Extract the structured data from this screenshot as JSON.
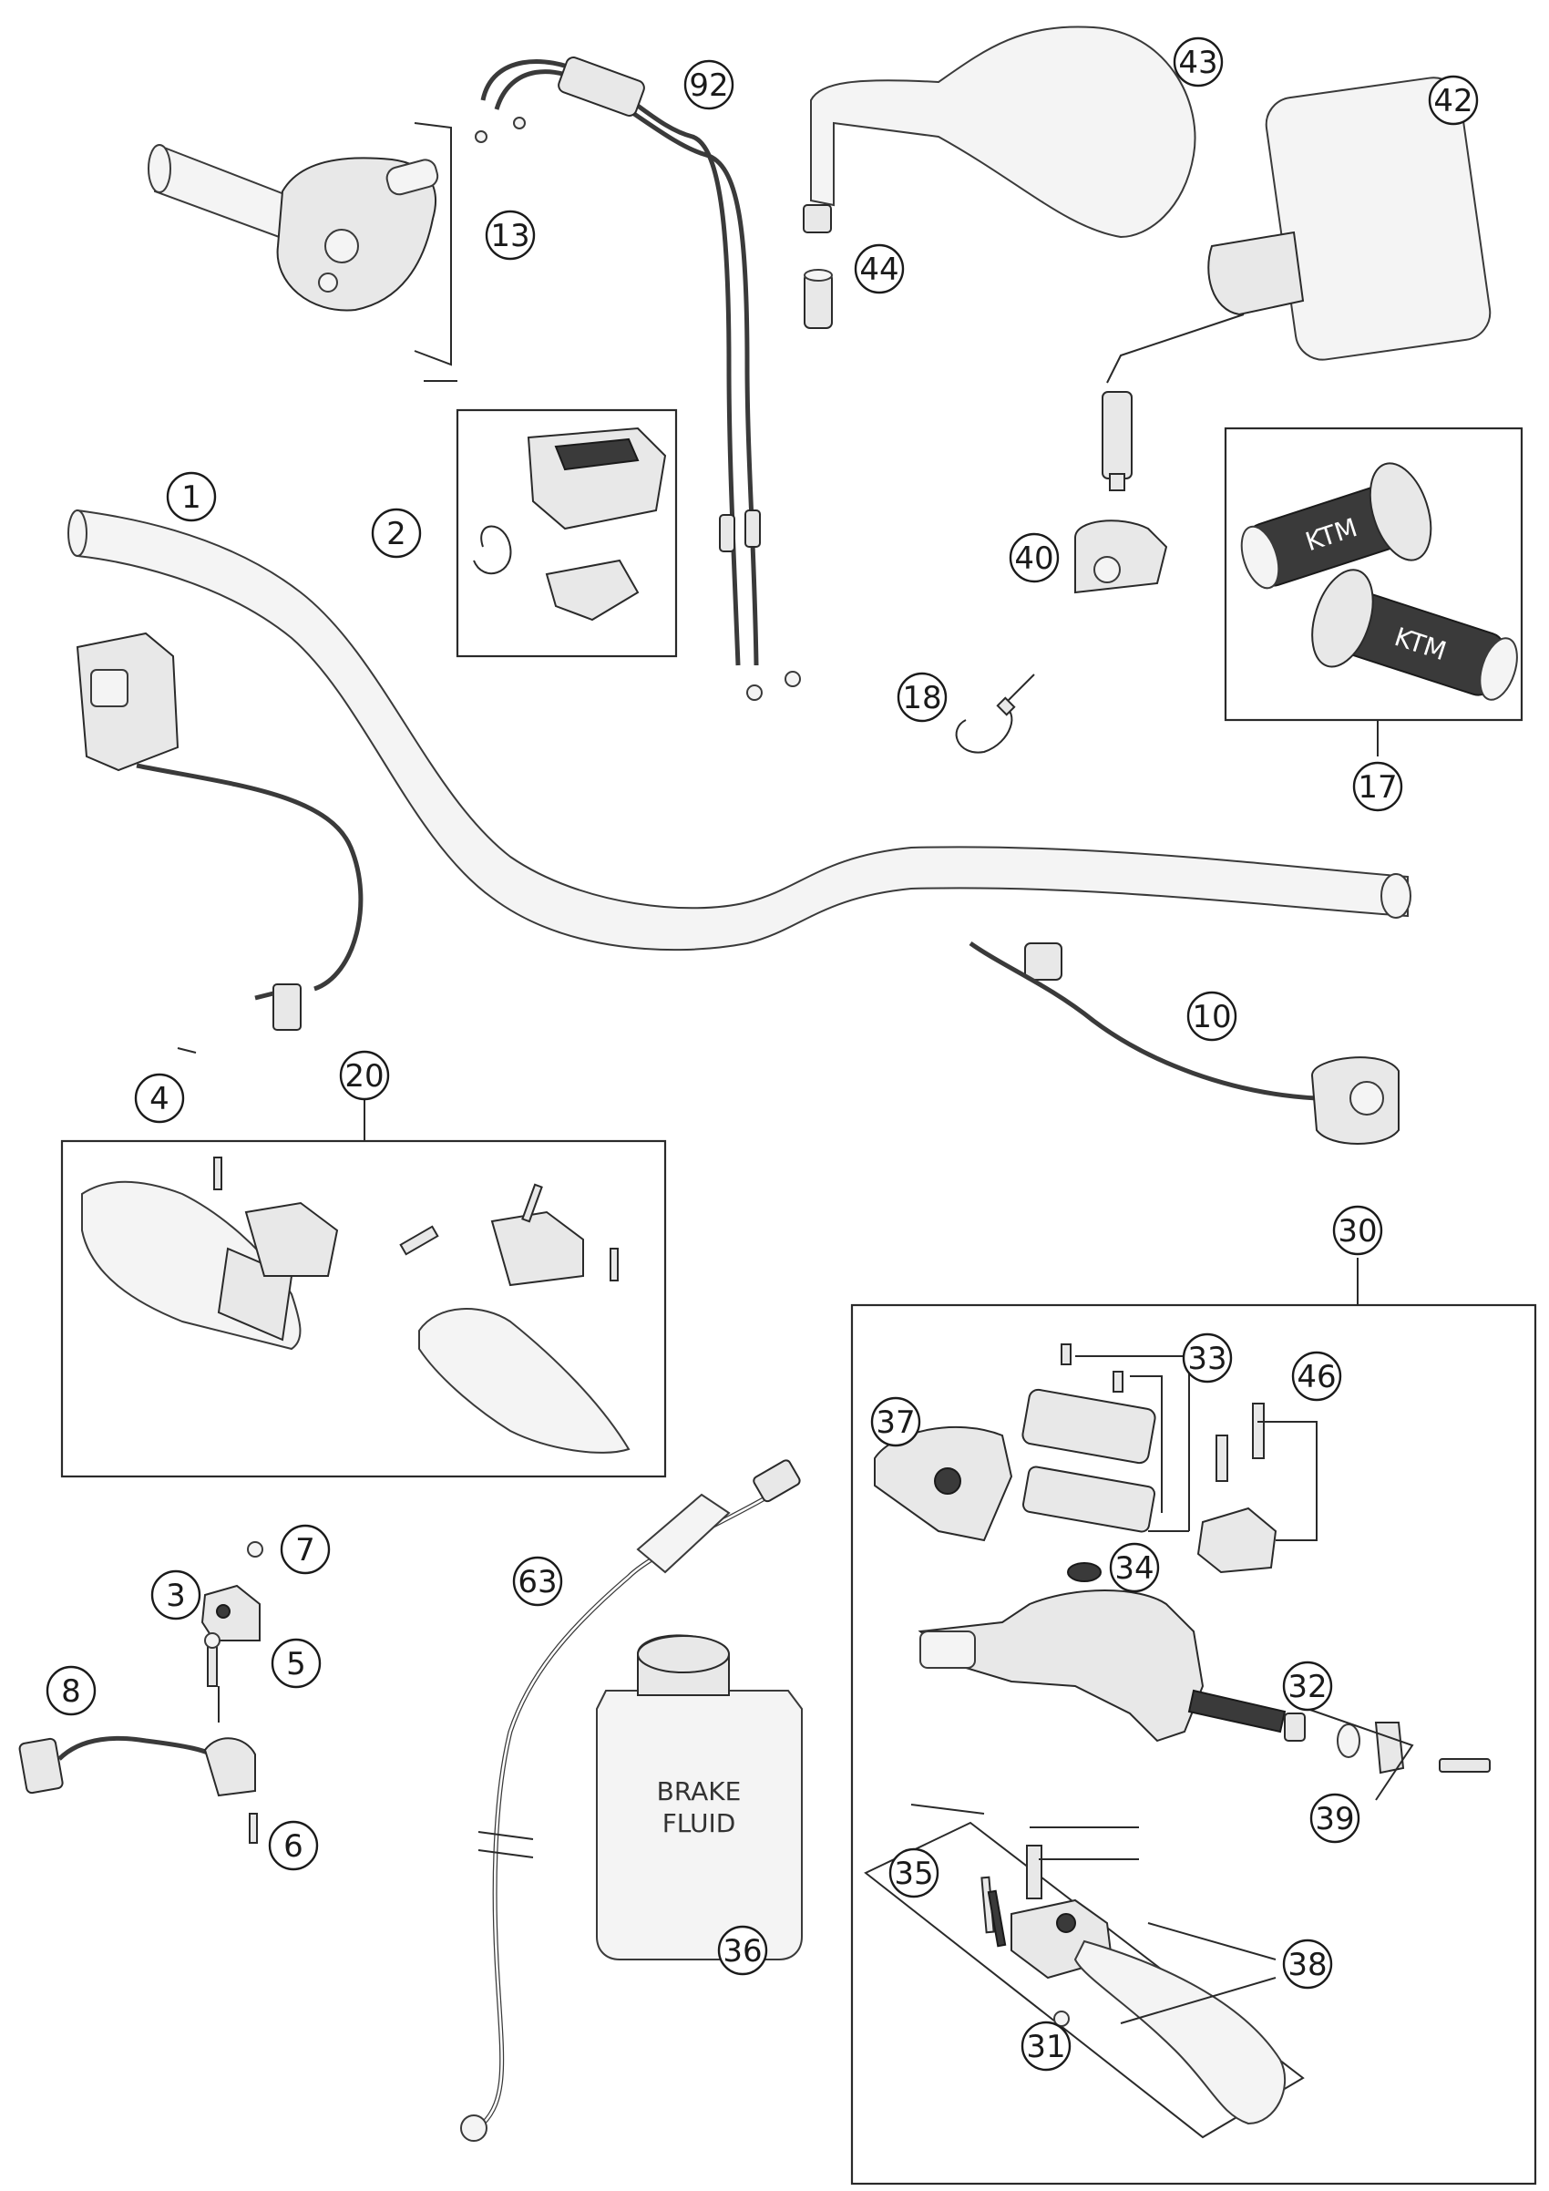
{
  "callouts": [
    {
      "id": "1",
      "label": "1"
    },
    {
      "id": "2",
      "label": "2"
    },
    {
      "id": "3",
      "label": "3"
    },
    {
      "id": "4",
      "label": "4"
    },
    {
      "id": "5",
      "label": "5"
    },
    {
      "id": "6",
      "label": "6"
    },
    {
      "id": "7",
      "label": "7"
    },
    {
      "id": "8",
      "label": "8"
    },
    {
      "id": "10",
      "label": "10"
    },
    {
      "id": "13",
      "label": "13"
    },
    {
      "id": "17",
      "label": "17"
    },
    {
      "id": "18",
      "label": "18"
    },
    {
      "id": "20",
      "label": "20"
    },
    {
      "id": "30",
      "label": "30"
    },
    {
      "id": "31",
      "label": "31"
    },
    {
      "id": "32",
      "label": "32"
    },
    {
      "id": "33",
      "label": "33"
    },
    {
      "id": "34",
      "label": "34"
    },
    {
      "id": "35",
      "label": "35"
    },
    {
      "id": "36",
      "label": "36"
    },
    {
      "id": "37",
      "label": "37"
    },
    {
      "id": "38",
      "label": "38"
    },
    {
      "id": "39",
      "label": "39"
    },
    {
      "id": "40",
      "label": "40"
    },
    {
      "id": "42",
      "label": "42"
    },
    {
      "id": "43",
      "label": "43"
    },
    {
      "id": "44",
      "label": "44"
    },
    {
      "id": "46",
      "label": "46"
    },
    {
      "id": "63",
      "label": "63"
    },
    {
      "id": "92",
      "label": "92"
    }
  ],
  "bottle_label": {
    "line1": "BRAKE",
    "line2": "FLUID"
  },
  "grip_logo": "KTM"
}
